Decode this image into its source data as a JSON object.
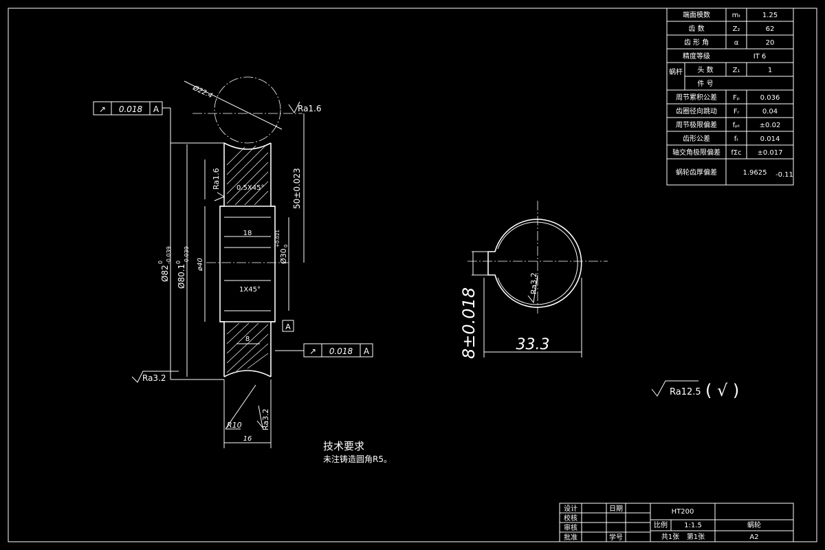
{
  "params_table": {
    "rows": [
      {
        "label": "端面模数",
        "symbol": "mₜ",
        "value": "1.25"
      },
      {
        "label": "齿    数",
        "symbol": "Z₂",
        "value": "62"
      },
      {
        "label": "齿 形 角",
        "symbol": "α",
        "value": "20"
      },
      {
        "label": "精度等级",
        "symbol": "",
        "value": "IT 6"
      },
      {
        "label": "头  数",
        "symbol": "Z₁",
        "value": "1"
      },
      {
        "label": "件  号",
        "symbol": "",
        "value": ""
      },
      {
        "label": "周节累积公差",
        "symbol": "Fₚ",
        "value": "0.036"
      },
      {
        "label": "齿圈径向跳动",
        "symbol": "Fᵣ",
        "value": "0.04"
      },
      {
        "label": "周节极限偏差",
        "symbol": "fₚₜ",
        "value": "±0.02"
      },
      {
        "label": "齿形公差",
        "symbol": "fₜ",
        "value": "0.014"
      },
      {
        "label": "轴交角极限偏差",
        "symbol": "fΣc",
        "value": "±0.017"
      },
      {
        "label": "蜗轮齿厚偏差",
        "symbol": "",
        "value": "1.9625"
      }
    ],
    "group_label": "蜗杆",
    "thickness_tol": "-0.11"
  },
  "gear_view": {
    "tol_frame_top": {
      "symbol": "↗",
      "value": "0.018",
      "datum": "A"
    },
    "tol_frame_bottom": {
      "symbol": "↗",
      "value": "0.018",
      "datum": "A"
    },
    "rough_top": "Ra1.6",
    "rough_hub": "Ra1.6",
    "rough_bottom": "Ra3.2",
    "rough_r10": "Ra3.2",
    "dim_r_arc": "Ø22.4",
    "dim_chamfer_small": "0.5X45°",
    "dim_chamfer_large": "1X45°",
    "dim_hub_width": "18",
    "dim_web": "8",
    "dim_face": "16",
    "dim_radius": "R10",
    "dim_od": "Ø82",
    "dim_od_tol_up": "0",
    "dim_od_tol_low": "-0.039",
    "dim_pitch": "Ø80.1",
    "dim_pitch_tol_up": "0",
    "dim_pitch_tol_low": "-0.039",
    "dim_hub_d": "ø40",
    "dim_bore": "Ø30",
    "dim_bore_tol_up": "+0.021",
    "dim_bore_tol_low": "0",
    "dim_center": "50±0.023",
    "datum": "A"
  },
  "keyway_view": {
    "width": "8±0.018",
    "depth": "33.3",
    "rough": "Ra3.2"
  },
  "general_rough": {
    "value": "Ra12.5",
    "paren_mark": "( √ )"
  },
  "notes": {
    "title": "技术要求",
    "line1": "未注铸造圆角R5。"
  },
  "title_block": {
    "design": "设计",
    "check": "校核",
    "review": "审核",
    "approve": "批准",
    "date": "日期",
    "student_no": "学号",
    "material": "HT200",
    "scale_label": "比例",
    "scale_value": "1:1.5",
    "sheets": "共1张",
    "sheet_no": "第1张",
    "part_name": "蜗轮",
    "size": "A2"
  }
}
